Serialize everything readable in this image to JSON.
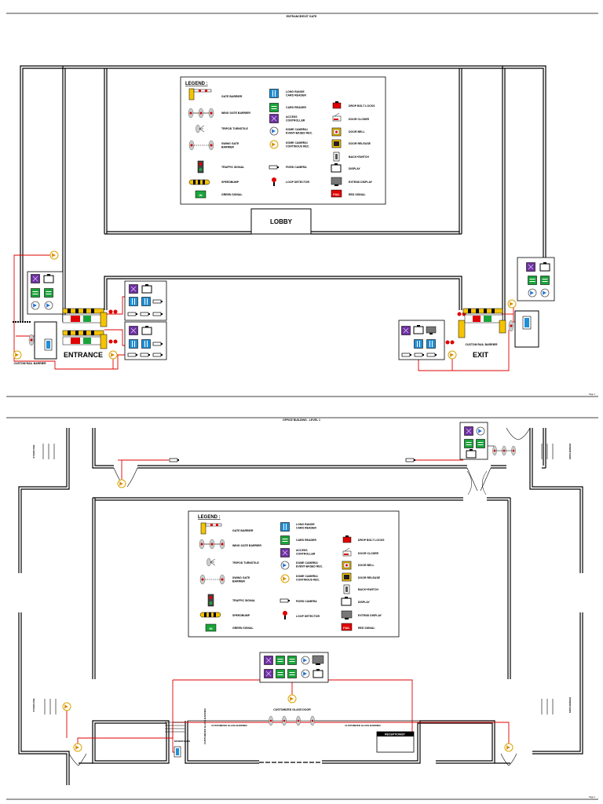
{
  "page1": {
    "title": "ENTRANCE/EXIT GATE",
    "page_label": "Page 1",
    "lobby": "LOBBY",
    "entrance": "ENTRANCE",
    "exit": "EXIT",
    "custom_rail_left": "CUSTOM RAIL BARRIER",
    "custom_rail_right": "CUSTOM RAIL BARRIER"
  },
  "page2": {
    "title": "OFFICE BUILDING - LEVEL 1",
    "page_label": "Page 2",
    "staircase_tl": "STAIRCASE",
    "staircase_bl": "STAIRCASE",
    "downstairs_tr": "DOWNSTAIRS",
    "downstairs_br": "DOWNSTAIRS",
    "glass_door": "CUSTOMIZED GLASS DOOR",
    "glass_barrier_left": "CUSTOMIZED GLASS BARRIER",
    "glass_barrier_right": "CUSTOMIZED GLASS BARRIER",
    "glass_barrier_vert": "CUSTOMIZED GLASS BARRIER",
    "downstairs_center": "DOWNSTAIRS",
    "receptionist": "RECEPTIONIST"
  },
  "legend": {
    "title": "LEGEND :",
    "col1": [
      "GATE BARRIER",
      "WING GATE BARRIER",
      "TRIPOD TURNSTILE",
      "SWING GATE BARRIER",
      "TRAFFIC SIGNAL",
      "SPEEDBUMP",
      "GREEN SIGNAL"
    ],
    "col2": [
      "LONG RANGE CARD READER",
      "CARD READER",
      "ACCESS CONTROLLER",
      "DOME CAMERA/ EVENT-BASED REC.",
      "DOME CAMERA/ CONTINOUS REC.",
      "FIXED CAMERA",
      "LOOP DETECTOR"
    ],
    "col3": [
      "DROP BOLT LOCKS",
      "DOOR CLOSER",
      "DOOR BELL",
      "DOOR RELEASE",
      "BACK+SWITCH",
      "DISPLAY",
      "EXTEND DISPLAY",
      "RED SIGNAL"
    ],
    "green_signal_text": "IN",
    "red_signal_text": "FAIL"
  },
  "colors": {
    "wire": "#e00000",
    "card_reader": "#1aa33a",
    "access_controller": "#7030a0",
    "long_range_reader": "#1f8fd6",
    "barrier_yellow": "#f5c400",
    "red_signal": "#e00000"
  }
}
